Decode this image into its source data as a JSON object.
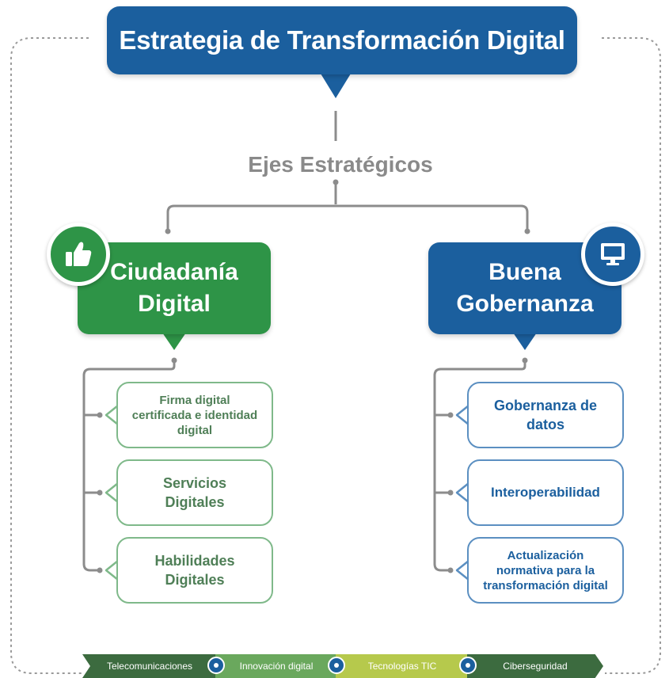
{
  "title": "Estrategia de Transformación Digital",
  "subtitle": "Ejes Estratégicos",
  "axes": {
    "left": {
      "line1": "Ciudadanía",
      "line2": "Digital",
      "icon": "thumbs-up-icon",
      "color": "#2e9447",
      "items": [
        {
          "lines": [
            "Firma digital",
            "certificada e identidad",
            "digital"
          ]
        },
        {
          "lines": [
            "Servicios",
            "Digitales"
          ]
        },
        {
          "lines": [
            "Habilidades",
            "Digitales"
          ]
        }
      ]
    },
    "right": {
      "line1": "Buena",
      "line2": "Gobernanza",
      "icon": "monitor-icon",
      "color": "#1b5f9e",
      "items": [
        {
          "lines": [
            "Gobernanza de",
            "datos"
          ]
        },
        {
          "lines": [
            "Interoperabilidad"
          ]
        },
        {
          "lines": [
            "Actualización",
            "normativa para la",
            "transformación digital"
          ]
        }
      ]
    }
  },
  "footer": {
    "segments": [
      "Telecomunicaciones",
      "Innovación digital",
      "Tecnologías TIC",
      "Ciberseguridad"
    ],
    "separator_icon": "chevron-circle-icon"
  }
}
